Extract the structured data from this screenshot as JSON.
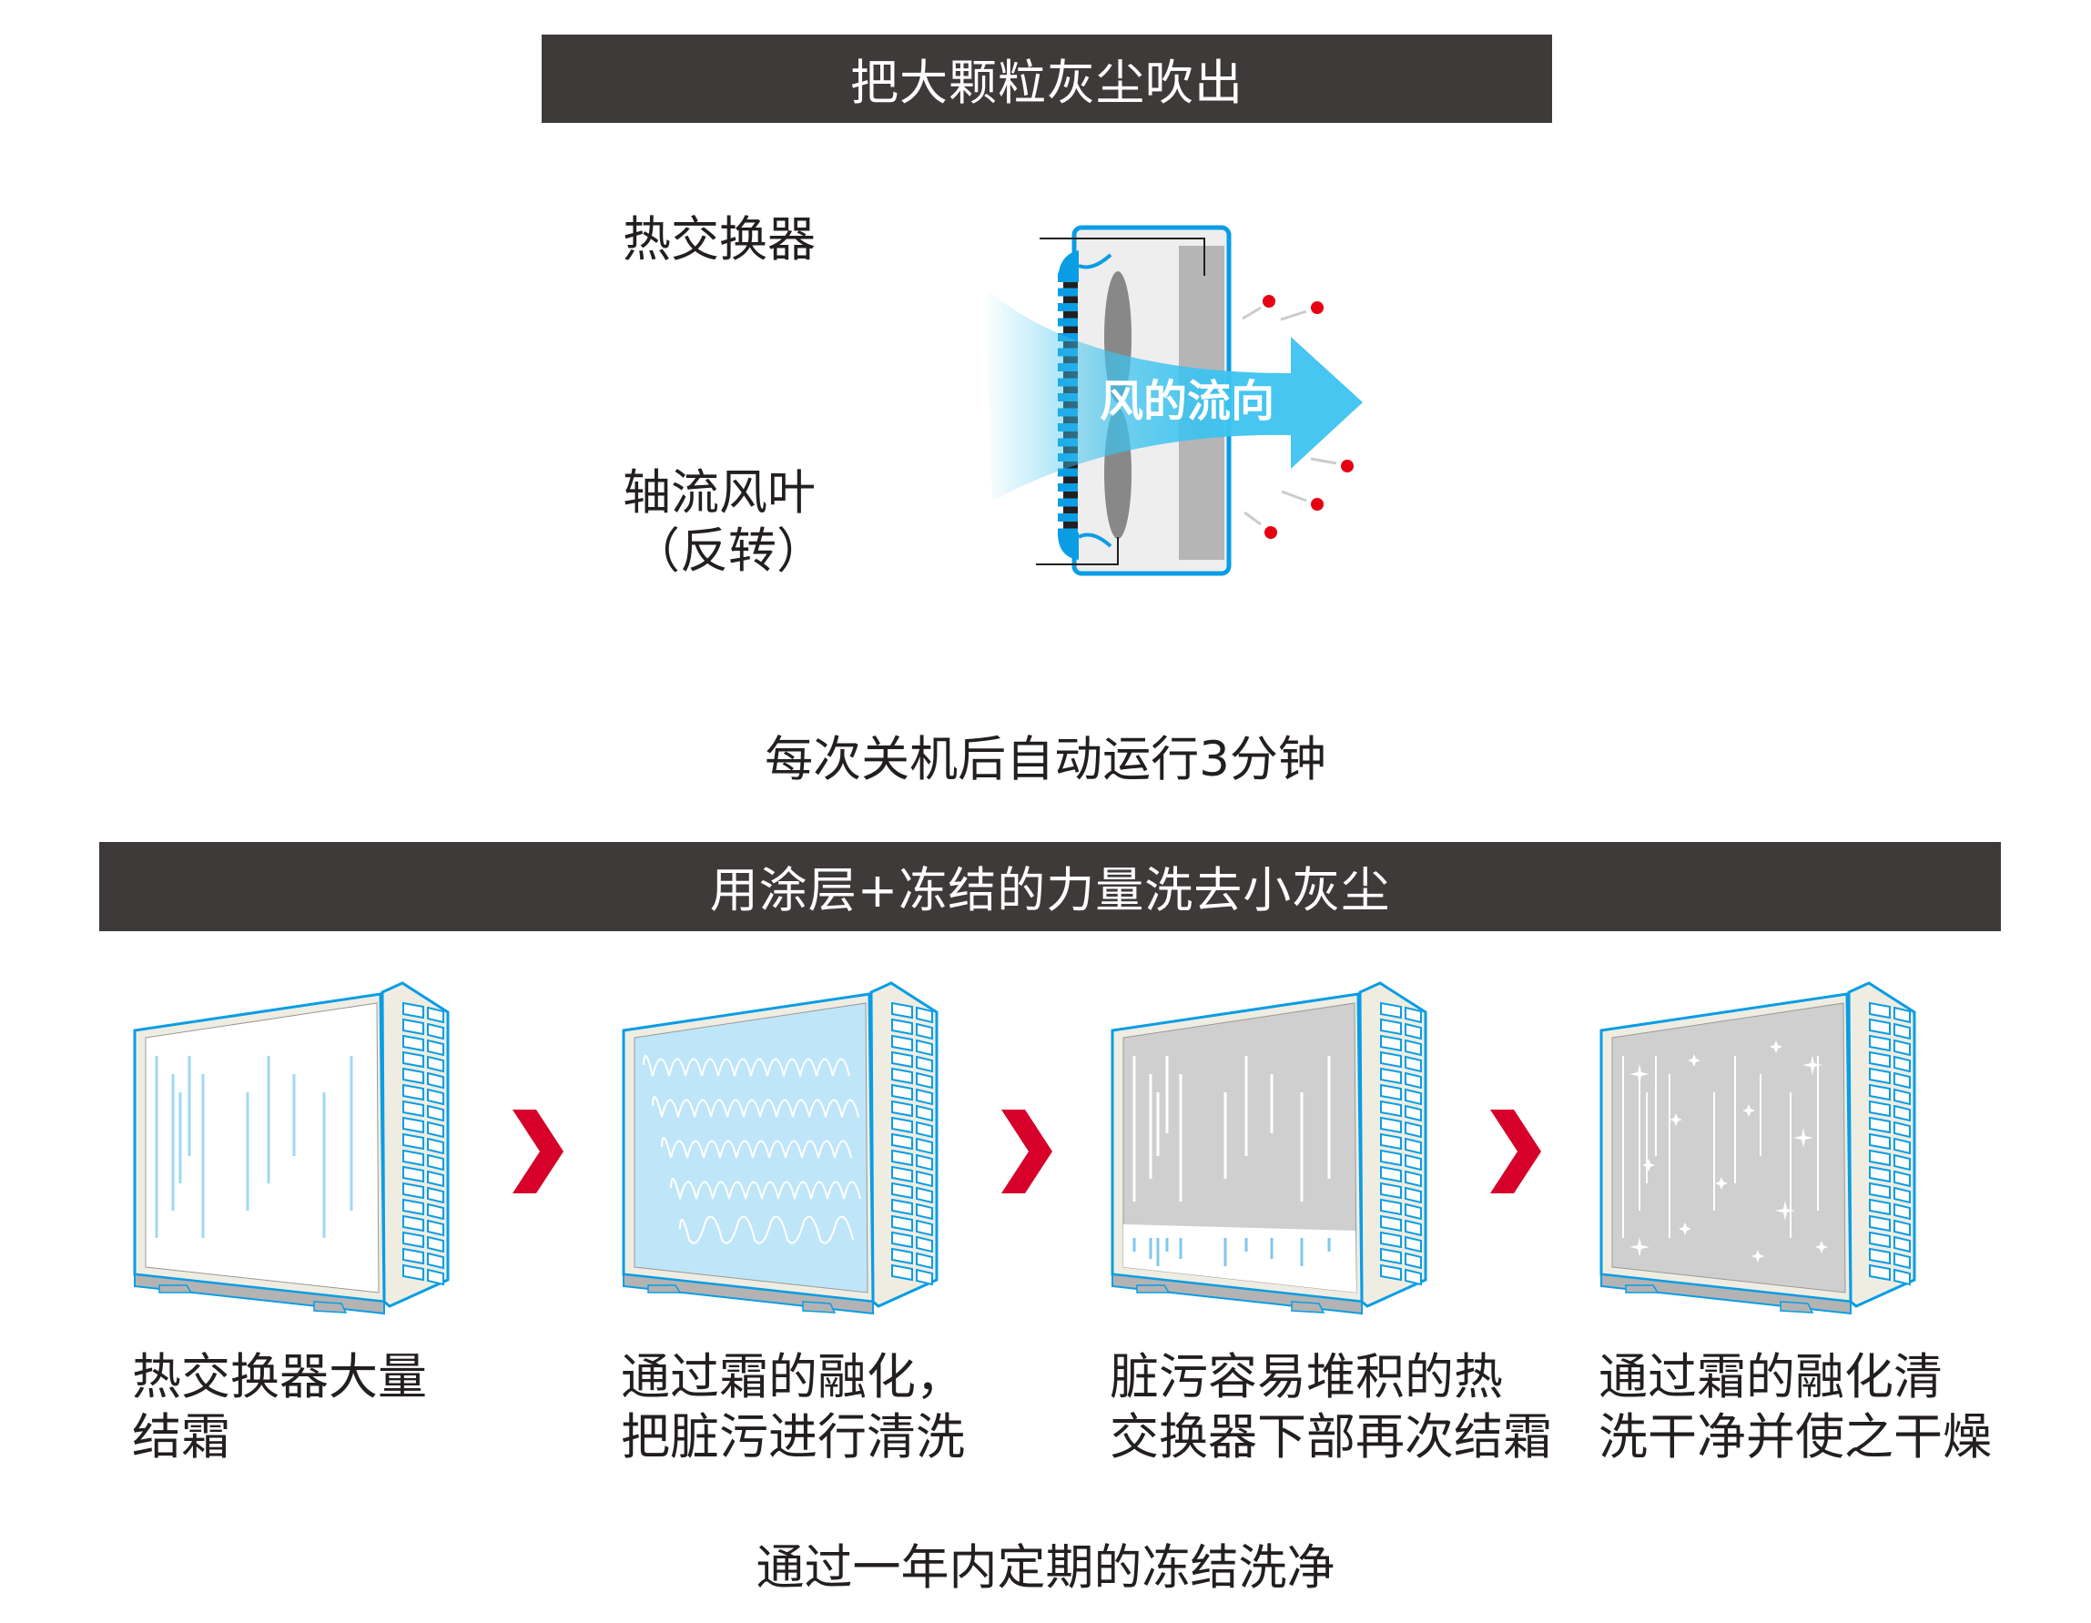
{
  "section1": {
    "title": "把大颗粒灰尘吹出",
    "label_heat_exchanger": "热交换器",
    "label_fan": "轴流风叶",
    "label_fan_note": "（反转）",
    "airflow_label": "风的流向",
    "caption": "每次关机后自动运行3分钟"
  },
  "section2": {
    "title": "用涂层+冻结的力量洗去小灰尘",
    "steps": [
      {
        "text": "热交换器大量\n结霜",
        "variant": "frost"
      },
      {
        "text": "通过霜的融化，\n把脏污进行清洗",
        "variant": "melt"
      },
      {
        "text": "脏污容易堆积的热\n交换器下部再次结霜",
        "variant": "refreeze"
      },
      {
        "text": "通过霜的融化清\n洗干净并使之干燥",
        "variant": "dry"
      }
    ],
    "caption": "通过一年内定期的冻结洗净"
  },
  "colors": {
    "banner": "#3e3a39",
    "blue": "#0a9de4",
    "arrow": "#3cc3ef",
    "red": "#d6002a",
    "dot": "#e60012"
  }
}
